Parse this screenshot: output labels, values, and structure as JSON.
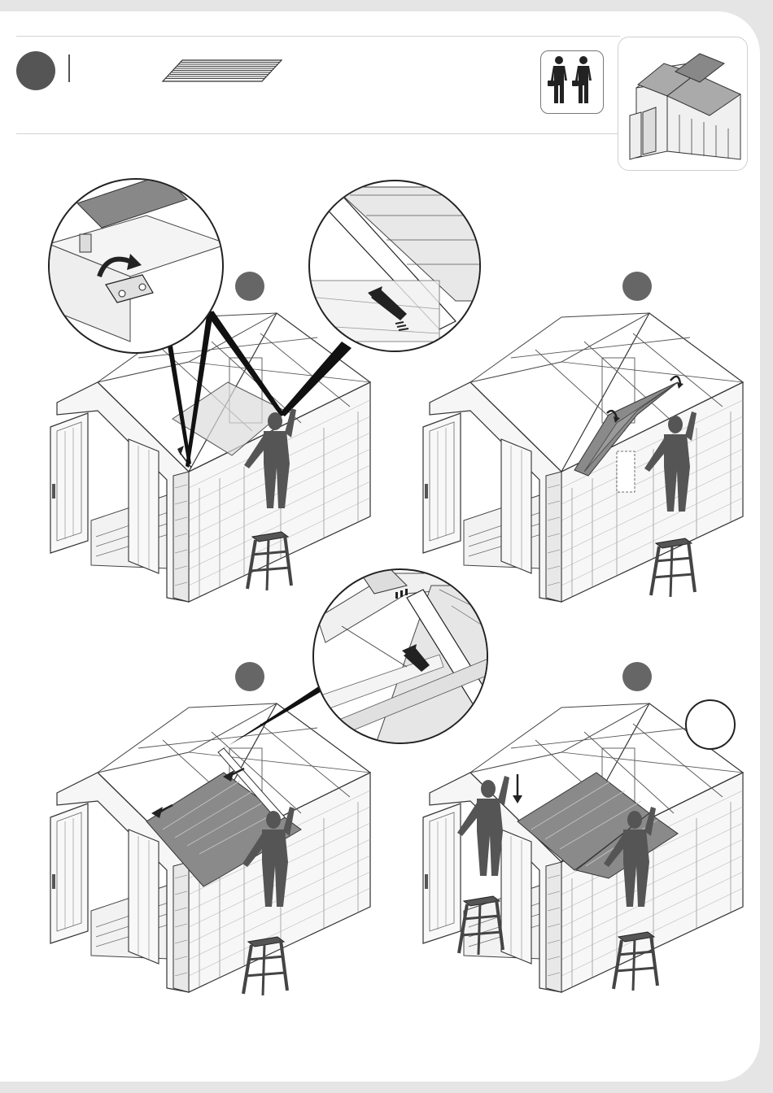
{
  "header": {
    "step_badge": {
      "shape": "circle",
      "color": "#555555"
    },
    "part_icon": "roof-panel-icon",
    "people_icon": "two-persons-icon",
    "preview_icon": "shed-roof-preview-icon"
  },
  "panels": [
    {
      "name": "install-first-roof-panel",
      "badge_color": "#666666",
      "icons": [
        "roof-latch-detail-icon",
        "roof-slide-detail-icon"
      ]
    },
    {
      "name": "rotate-roof-panel",
      "badge_color": "#666666"
    },
    {
      "name": "slide-roof-panel",
      "badge_color": "#666666",
      "icons": [
        "ridge-slide-detail-icon"
      ]
    },
    {
      "name": "press-roof-panel",
      "badge_color": "#666666",
      "icons": [
        "empty-callout-circle-icon"
      ]
    }
  ],
  "colors": {
    "ink": "#333333",
    "figure": "#555555",
    "panel_fill": "#8a8a8a",
    "page": "#ffffff",
    "background": "#e5e5e6"
  }
}
